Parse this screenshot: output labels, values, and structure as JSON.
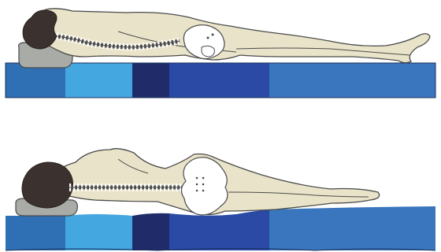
{
  "figure": {
    "panels": [
      {
        "id": "supine",
        "posture": "lying-on-back"
      },
      {
        "id": "side",
        "posture": "lying-on-side"
      }
    ],
    "colors": {
      "background": "#ffffff",
      "body_fill": "#e9e4c9",
      "outline": "#4b4b4b",
      "hair": "#3b312f",
      "pillow": "#a8aba6",
      "bone": "#ffffff",
      "zone_head": "#2f6fb3",
      "zone_shoulder": "#44a7e0",
      "zone_lumbar": "#1f2c69",
      "zone_hip": "#2a4aa6",
      "zone_legs": "#3a76bd"
    }
  }
}
